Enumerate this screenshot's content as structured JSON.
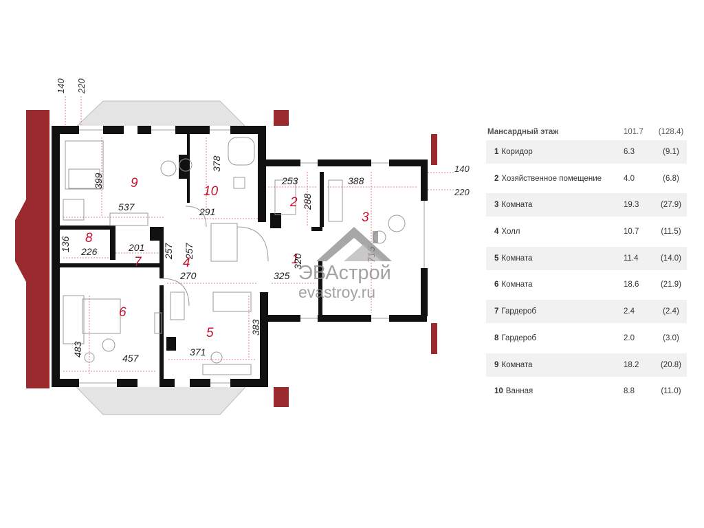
{
  "legend": {
    "title": "Мансардный этаж",
    "area": "101.7",
    "total": "(128.4)",
    "rows": [
      {
        "num": "1",
        "name": "Коридор",
        "area": "6.3",
        "total": "(9.1)"
      },
      {
        "num": "2",
        "name": "Хозяйственное помещение",
        "area": "4.0",
        "total": "(6.8)"
      },
      {
        "num": "3",
        "name": "Комната",
        "area": "19.3",
        "total": "(27.9)"
      },
      {
        "num": "4",
        "name": "Холл",
        "area": "10.7",
        "total": "(11.5)"
      },
      {
        "num": "5",
        "name": "Комната",
        "area": "11.4",
        "total": "(14.0)"
      },
      {
        "num": "6",
        "name": "Комната",
        "area": "18.6",
        "total": "(21.9)"
      },
      {
        "num": "7",
        "name": "Гардероб",
        "area": "2.4",
        "total": "(2.4)"
      },
      {
        "num": "8",
        "name": "Гардероб",
        "area": "2.0",
        "total": "(3.0)"
      },
      {
        "num": "9",
        "name": "Комната",
        "area": "18.2",
        "total": "(20.8)"
      },
      {
        "num": "10",
        "name": "Ванная",
        "area": "8.8",
        "total": "(11.0)"
      }
    ]
  },
  "plan": {
    "rooms": {
      "r1": "1",
      "r2": "2",
      "r3": "3",
      "r4": "4",
      "r5": "5",
      "r6": "6",
      "r7": "7",
      "r8": "8",
      "r9": "9",
      "r10": "10"
    },
    "dims": {
      "top140": "140",
      "top220": "220",
      "right140": "140",
      "right220": "220",
      "d537": "537",
      "d399": "399",
      "d378": "378",
      "d291": "291",
      "d253": "253",
      "d288": "288",
      "d388": "388",
      "d136": "136",
      "d226": "226",
      "d201": "201",
      "d257a": "257",
      "d257b": "257",
      "d270": "270",
      "d325": "325",
      "d320": "320",
      "d715": "715",
      "d483": "483",
      "d457": "457",
      "d371": "371",
      "d383": "383"
    }
  },
  "watermark": {
    "brand": "ЭВАстрой",
    "site": "evastroy.ru"
  },
  "colors": {
    "roof": "#9b2a2f",
    "wall": "#111111",
    "dim": "#e05a6a",
    "label": "#c8102e"
  }
}
